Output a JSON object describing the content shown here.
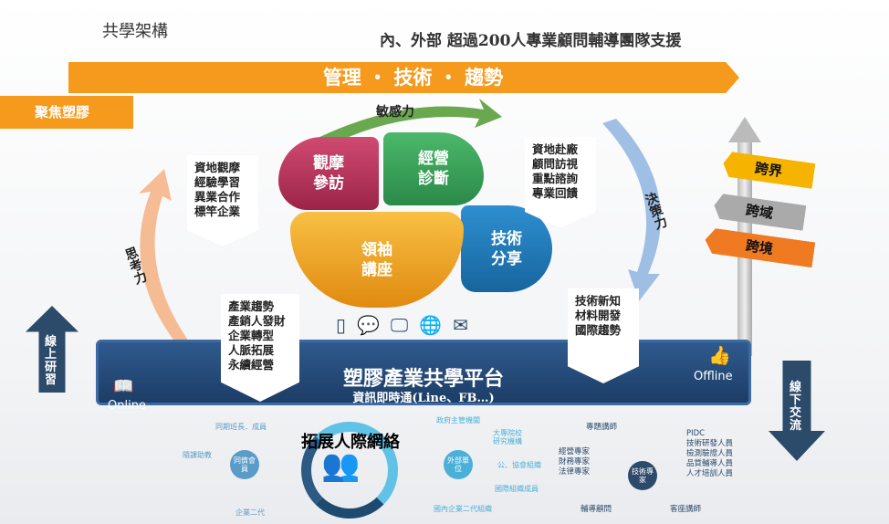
{
  "title": "共學架構",
  "subtitle": "內、外部  超過200人專業顧問輔導團隊支援",
  "banner": "管理 ・ 技術 ・ 趨勢",
  "focus": "聚焦塑膠",
  "cycle": {
    "top_arrow": "敏感力",
    "left_arrow": "思考力",
    "right_arrow": "決策力",
    "segments": [
      "觀摩\n參訪",
      "經營\n診斷",
      "技術\n分享",
      "領袖\n講座"
    ]
  },
  "notes": {
    "left": "資地觀摩\n經驗學習\n異業合作\n標竿企業",
    "right": "資地赴廠\n顧問訪視\n重點諮詢\n專業回饋",
    "bottom_left": "產業趨勢\n產銷人發財\n企業轉型\n人脈拓展\n永續經營",
    "bottom_right": "技術新知\n材料開發\n國際趨勢"
  },
  "signs": [
    "跨界",
    "跨域",
    "跨境"
  ],
  "platform": {
    "title": "塑膠產業共學平台",
    "subtitle": "資訊即時通(Line、FB…)",
    "online": "Online",
    "offline": "Offline"
  },
  "side": {
    "left": "線上研習",
    "right": "線下交流"
  },
  "network": {
    "title": "拓展人際網絡",
    "peer": {
      "center": "同儕會員",
      "labels": [
        "同期班長．成員",
        "隨課助教",
        "企業二代"
      ]
    },
    "external": {
      "center": "外部單位",
      "labels": [
        "政府主管機關",
        "大專院校\n研究機構",
        "公、協會組織",
        "國際組織成員",
        "國內企業二代組織"
      ]
    },
    "tech": {
      "center": "技術專家",
      "labels": [
        "專題講師",
        "經營專家\n財務專家\n法律專家",
        "PIDC\n技術研發人員\n檢測驗證人員\n品質輔導人員\n人才培訓人員",
        "輔導顧問",
        "客座講師"
      ]
    }
  },
  "colors": {
    "orange": "#f59a1c",
    "navy": "#1c3d66",
    "magenta": "#b8325a",
    "green": "#3aa05a",
    "blue": "#1e7bb8",
    "gold": "#f0a020"
  }
}
